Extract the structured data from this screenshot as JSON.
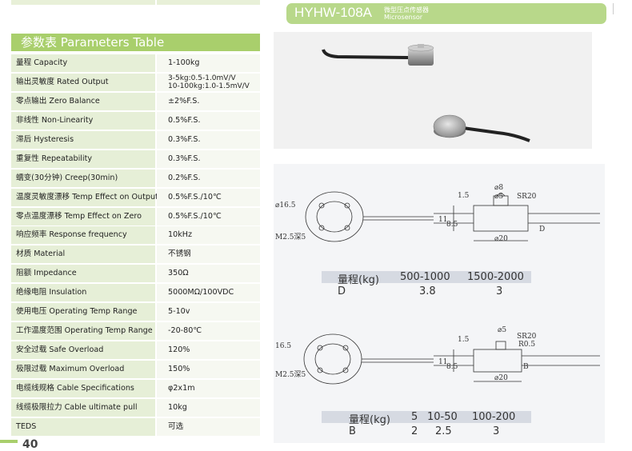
{
  "parameters": {
    "header": "参数表  Parameters Table",
    "rows": [
      {
        "name": "量程 Capacity",
        "value": "1-100kg"
      },
      {
        "name": "输出灵敏度 Rated Output",
        "value": "3-5kg:0.5-1.0mV/V",
        "value2": "10-100kg:1.0-1.5mV/V"
      },
      {
        "name": "零点输出 Zero Balance",
        "value": "±2%F.S."
      },
      {
        "name": "非线性 Non-Linearity",
        "value": "0.5%F.S."
      },
      {
        "name": "滞后 Hysteresis",
        "value": "0.3%F.S."
      },
      {
        "name": "重复性 Repeatability",
        "value": "0.3%F.S."
      },
      {
        "name": "蠕变(30分钟) Creep(30min)",
        "value": "0.2%F.S."
      },
      {
        "name": "温度灵敏度漂移 Temp Effect on Output",
        "value": "0.5%F.S./10℃"
      },
      {
        "name": "零点温度漂移 Temp Effect on Zero",
        "value": "0.5%F.S./10℃"
      },
      {
        "name": "响应频率 Response frequency",
        "value": "10kHz"
      },
      {
        "name": "材质 Material",
        "value": "不锈钢"
      },
      {
        "name": "阻额 Impedance",
        "value": "350Ω"
      },
      {
        "name": "绝缘电阻 Insulation",
        "value": "5000MΩ/100VDC"
      },
      {
        "name": "使用电压 Operating Temp Range",
        "value": "5-10v"
      },
      {
        "name": "工作温度范围 Operating Temp Range",
        "value": "-20-80℃"
      },
      {
        "name": "安全过载 Safe Overload",
        "value": "120%"
      },
      {
        "name": "极限过载 Maximum Overload",
        "value": "150%"
      },
      {
        "name": "电缆线规格 Cable Specifications",
        "value": "φ2x1m"
      },
      {
        "name": "线缆极限拉力 Cable ultimate pull",
        "value": "10kg"
      },
      {
        "name": "TEDS",
        "value": "可选"
      }
    ]
  },
  "page_number": "40",
  "title": {
    "model": "HYHW-108A",
    "sub_cn": "微型压点传感器",
    "sub_en": "Microsensor"
  },
  "drawing1": {
    "labels": {
      "d_outer": "⌀16.5",
      "screw": "M2.5深5",
      "d8": "⌀8",
      "d5": "⌀5",
      "sr": "SR20",
      "h15": "1.5",
      "h11": "11",
      "h85": "8.5",
      "d20": "⌀20",
      "dd": "D"
    },
    "range_label": "量程(kg)",
    "ranges": [
      "500-1000",
      "1500-2000"
    ],
    "dim_label": "D",
    "dims": [
      "3.8",
      "3"
    ]
  },
  "drawing2": {
    "labels": {
      "d_outer": "16.5",
      "screw": "M2.5深5",
      "d5": "⌀5",
      "sr": "SR20",
      "r05": "R0.5",
      "h15": "1.5",
      "h11": "11",
      "h85": "8.5",
      "d20": "⌀20",
      "bb": "B"
    },
    "range_label": "量程(kg)",
    "ranges": [
      "5",
      "10-50",
      "100-200"
    ],
    "dim_label": "B",
    "dims": [
      "2",
      "2.5",
      "3"
    ]
  }
}
